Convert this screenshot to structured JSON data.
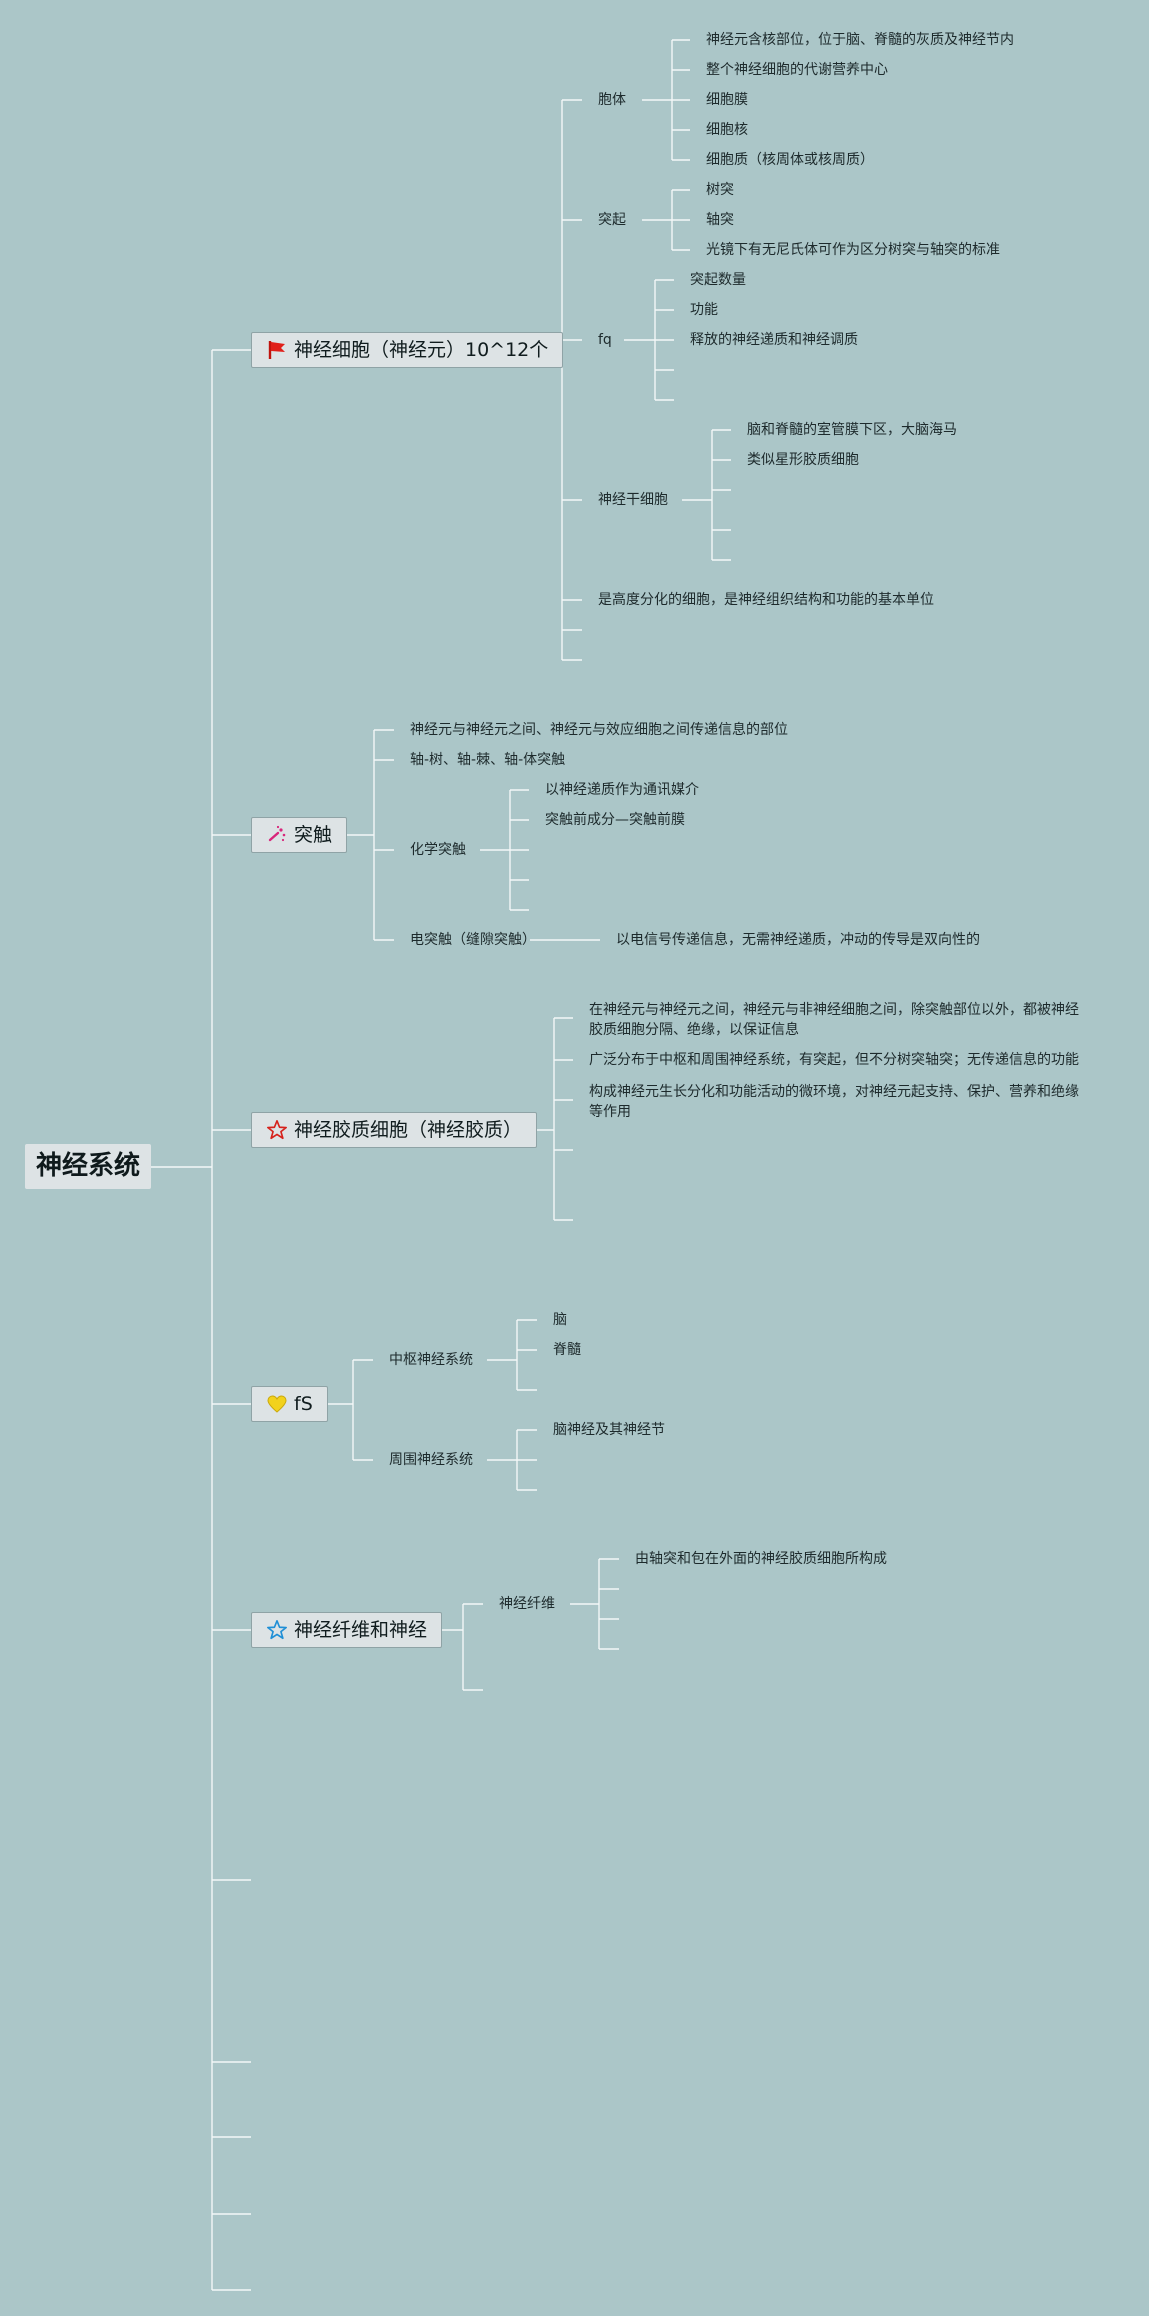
{
  "root": "神经系统",
  "branches": {
    "b1": {
      "icon": "red-flag-icon",
      "label": "神经细胞（神经元）10^12个",
      "cell_body": {
        "label": "胞体",
        "items": [
          "神经元含核部位，位于脑、脊髓的灰质及神经节内",
          "整个神经细胞的代谢营养中心",
          "细胞膜",
          "细胞核",
          "细胞质（核周体或核周质）"
        ]
      },
      "process": {
        "label": "突起",
        "items": [
          "树突",
          "轴突",
          "光镜下有无尼氏体可作为区分树突与轴突的标准"
        ]
      },
      "fq": {
        "label": "fq",
        "items": [
          "突起数量",
          "功能",
          "释放的神经递质和神经调质"
        ]
      },
      "stem": {
        "label": "神经干细胞",
        "items": [
          "脑和脊髓的室管膜下区，大脑海马",
          "类似星形胶质细胞"
        ]
      },
      "summary": "是高度分化的细胞，是神经组织结构和功能的基本单位"
    },
    "b2": {
      "icon": "sparkle-icon",
      "label": "突触",
      "def": "神经元与神经元之间、神经元与效应细胞之间传递信息的部位",
      "types": "轴-树、轴-棘、轴-体突触",
      "chemical": {
        "label": "化学突触",
        "items": [
          "以神经递质作为通讯媒介",
          "突触前成分—突触前膜"
        ]
      },
      "electrical": {
        "label": "电突触（缝隙突触）",
        "item": "以电信号传递信息，无需神经递质，冲动的传导是双向性的"
      }
    },
    "b3": {
      "icon": "red-star-outline-icon",
      "label": "神经胶质细胞（神经胶质）",
      "items": [
        "在神经元与神经元之间，神经元与非神经细胞之间，除突触部位以外，都被神经胶质细胞分隔、绝缘，以保证信息",
        "广泛分布于中枢和周围神经系统，有突起，但不分树突轴突；无传递信息的功能",
        "构成神经元生长分化和功能活动的微环境，对神经元起支持、保护、营养和绝缘等作用"
      ]
    },
    "b4": {
      "icon": "yellow-heart-icon",
      "label": "fS",
      "cns": {
        "label": "中枢神经系统",
        "items": [
          "脑",
          "脊髓"
        ]
      },
      "pns": {
        "label": "周围神经系统",
        "items": [
          "脑神经及其神经节"
        ]
      }
    },
    "b5": {
      "icon": "blue-star-outline-icon",
      "label": "神经纤维和神经",
      "fiber": {
        "label": "神经纤维",
        "items": [
          "由轴突和包在外面的神经胶质细胞所构成"
        ]
      }
    }
  },
  "style": {
    "background": "#abc6c8",
    "line": "#f3f7f7",
    "node_fill": "#dde3e5"
  }
}
